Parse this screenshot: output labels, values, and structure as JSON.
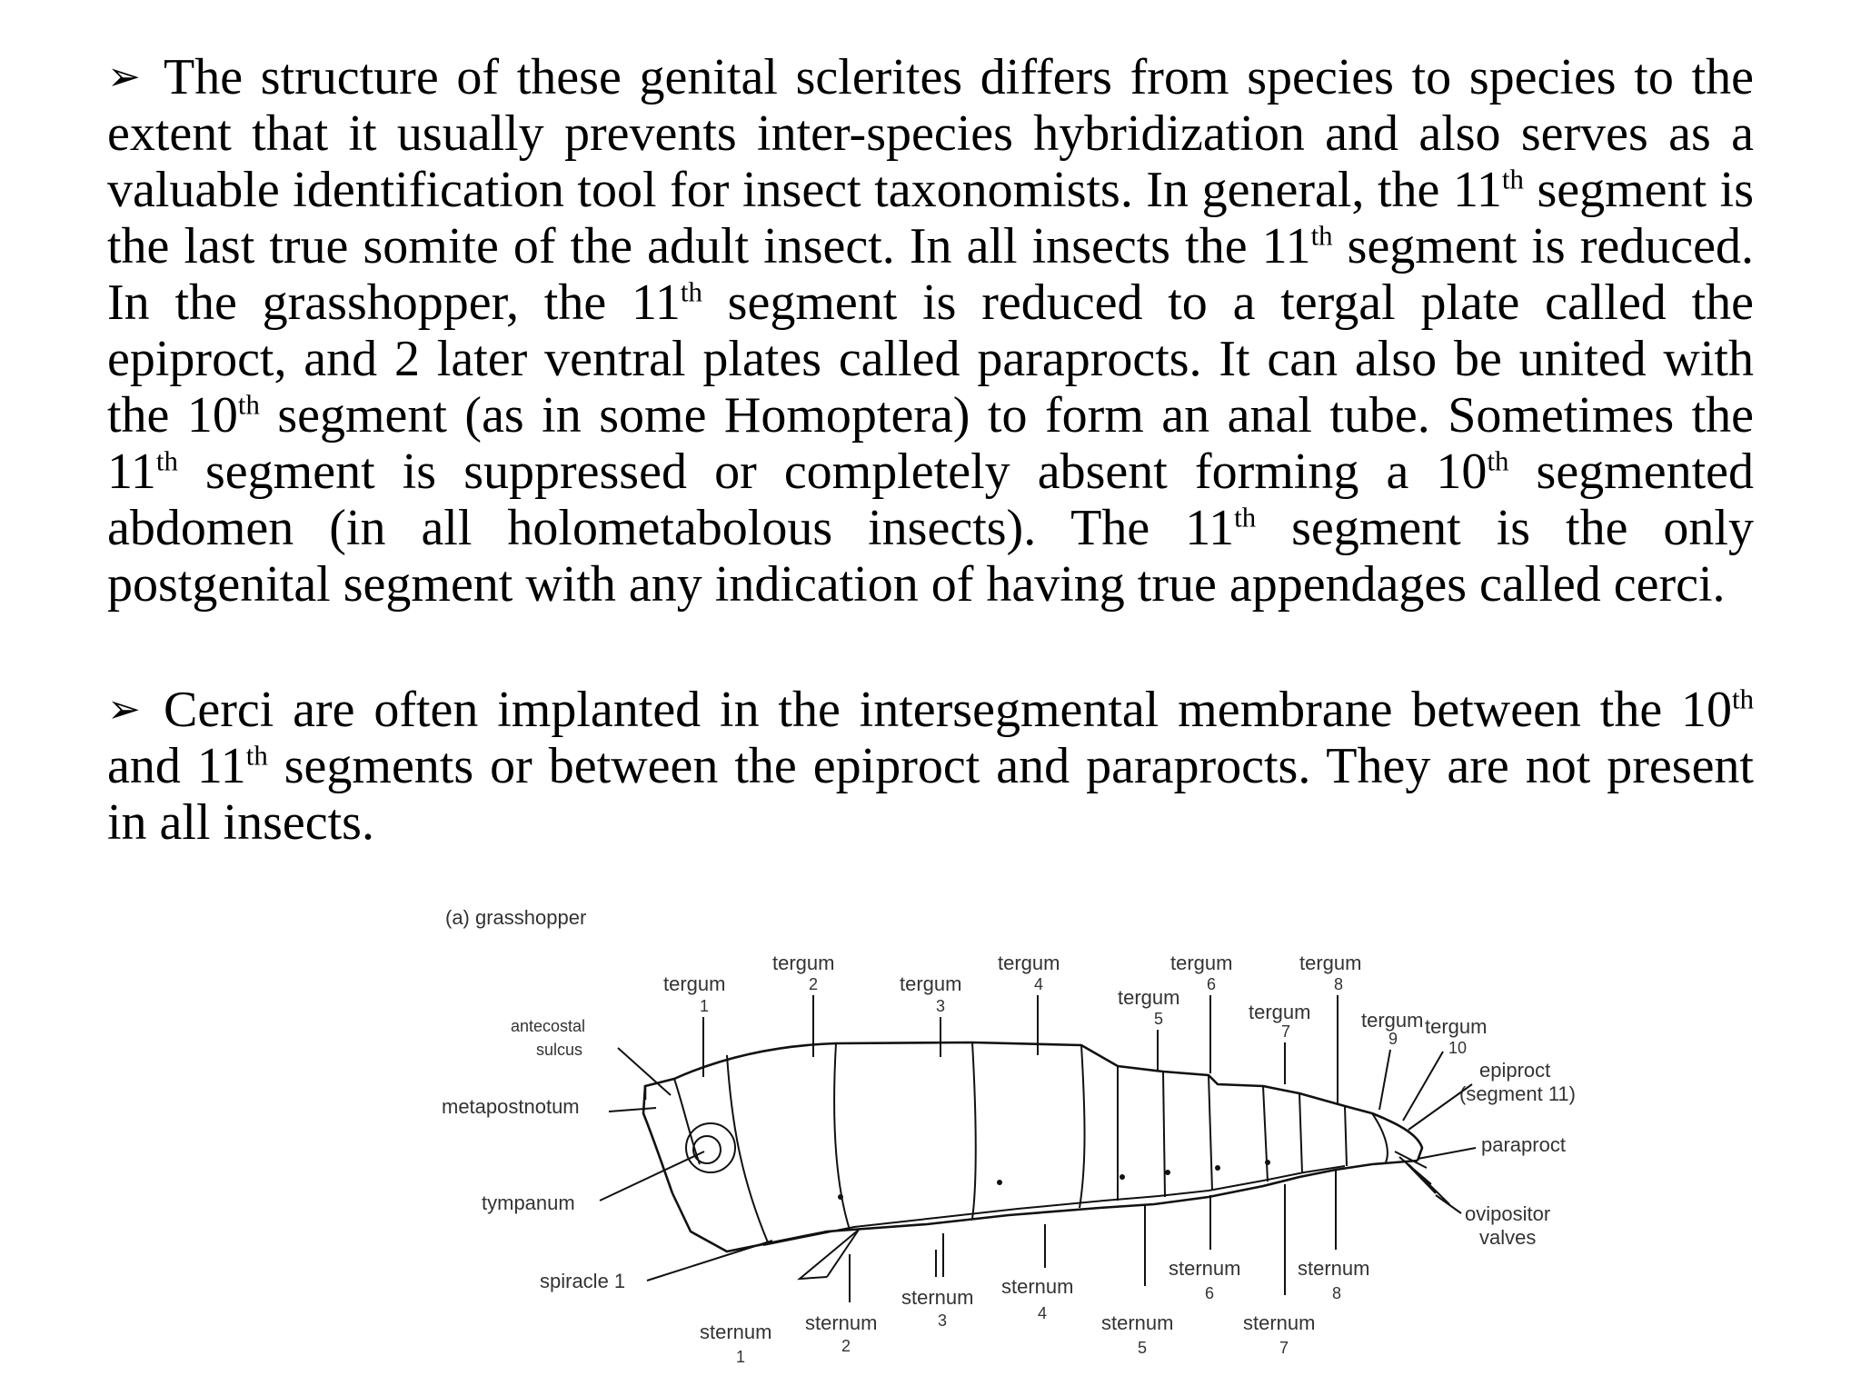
{
  "paragraph1": {
    "bullet": "➢",
    "s1": "The structure of these genital sclerites differs from species to species to the extent that it usually prevents inter-species hybridization and also serves as a valuable identification tool for insect taxonomists. In general, the 11",
    "s2": " segment is the last true somite of the adult insect. In all insects the 11",
    "s3": " segment is reduced. In the grasshopper, the 11",
    "s4": " segment is reduced to a tergal plate called the epiproct, and 2 later ventral plates called paraprocts. It can also be united with the 10",
    "s5": " segment (as in some Homoptera) to form an anal tube. Sometimes the 11",
    "s6": " segment is suppressed or completely absent forming a 10",
    "s7": " segmented abdomen (in all holometabolous insects). The 11",
    "s8": " segment is the only postgenital segment with any indication of having true appendages called cerci.",
    "ordinal_suffix": "th"
  },
  "paragraph2": {
    "bullet": "➢",
    "s1": "Cerci are often implanted in the intersegmental membrane between the 10",
    "s2": " and 11",
    "s3": " segments or between the epiproct and paraprocts. They are not present in all insects.",
    "ordinal_suffix": "th"
  },
  "figure": {
    "caption": "(a) grasshopper",
    "labels": {
      "antecostal": "antecostal",
      "sulcus": "sulcus",
      "metapostnotum": "metapostnotum",
      "tympanum": "tympanum",
      "spiracle": "spiracle 1",
      "epiproct": "epiproct",
      "epiproct_note": "(segment 11)",
      "paraproct": "paraproct",
      "ovipositor": "ovipositor",
      "valves": "valves"
    },
    "terga": [
      {
        "word": "tergum",
        "num": "1"
      },
      {
        "word": "tergum",
        "num": "2"
      },
      {
        "word": "tergum",
        "num": "3"
      },
      {
        "word": "tergum",
        "num": "4"
      },
      {
        "word": "tergum",
        "num": "5"
      },
      {
        "word": "tergum",
        "num": "6"
      },
      {
        "word": "tergum",
        "num": "7"
      },
      {
        "word": "tergum",
        "num": "8"
      },
      {
        "word": "tergum",
        "num": "9"
      },
      {
        "word": "tergum",
        "num": "10"
      }
    ],
    "sterna": [
      {
        "word": "sternum",
        "num": "1"
      },
      {
        "word": "sternum",
        "num": "2"
      },
      {
        "word": "sternum",
        "num": "3"
      },
      {
        "word": "sternum",
        "num": "4"
      },
      {
        "word": "sternum",
        "num": "5"
      },
      {
        "word": "sternum",
        "num": "6"
      },
      {
        "word": "sternum",
        "num": "7"
      },
      {
        "word": "sternum",
        "num": "8"
      }
    ]
  }
}
